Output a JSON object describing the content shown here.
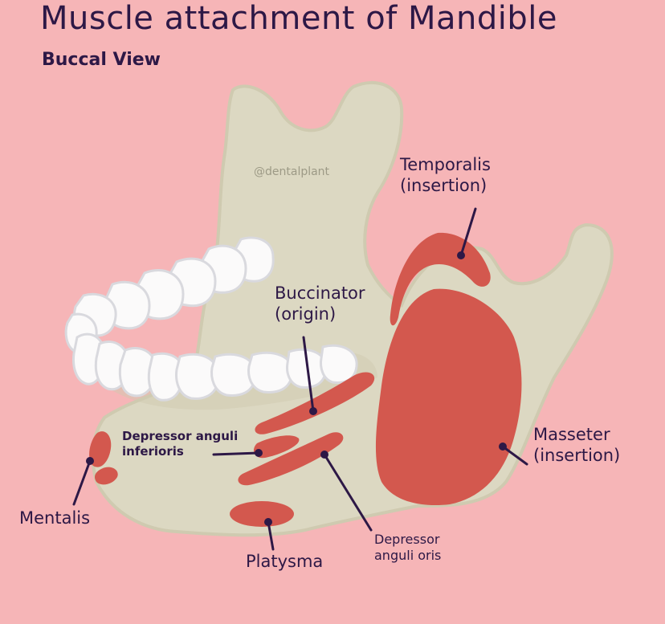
{
  "title": "Muscle attachment of Mandible",
  "subtitle": "Buccal View",
  "watermark": "@dentalplant",
  "labels": {
    "temporalis": {
      "line1": "Temporalis",
      "line2": "(insertion)"
    },
    "buccinator": {
      "line1": "Buccinator",
      "line2": "(origin)"
    },
    "masseter": {
      "line1": "Masseter",
      "line2": "(insertion)"
    },
    "depressor_anguli_inferioris": {
      "line1": "Depressor anguli",
      "line2": "inferioris"
    },
    "mentalis": {
      "line1": "Mentalis"
    },
    "platysma": {
      "line1": "Platysma"
    },
    "depressor_anguli_oris": {
      "line1": "Depressor",
      "line2": "anguli oris"
    }
  },
  "colors": {
    "background": "#f6b5b7",
    "bone": "#dcd8c2",
    "bone_outline": "#cfcab0",
    "muscle": "#d3584e",
    "teeth": "#fbfafa",
    "teeth_outline": "#d9d9de",
    "ink": "#2d1846"
  }
}
